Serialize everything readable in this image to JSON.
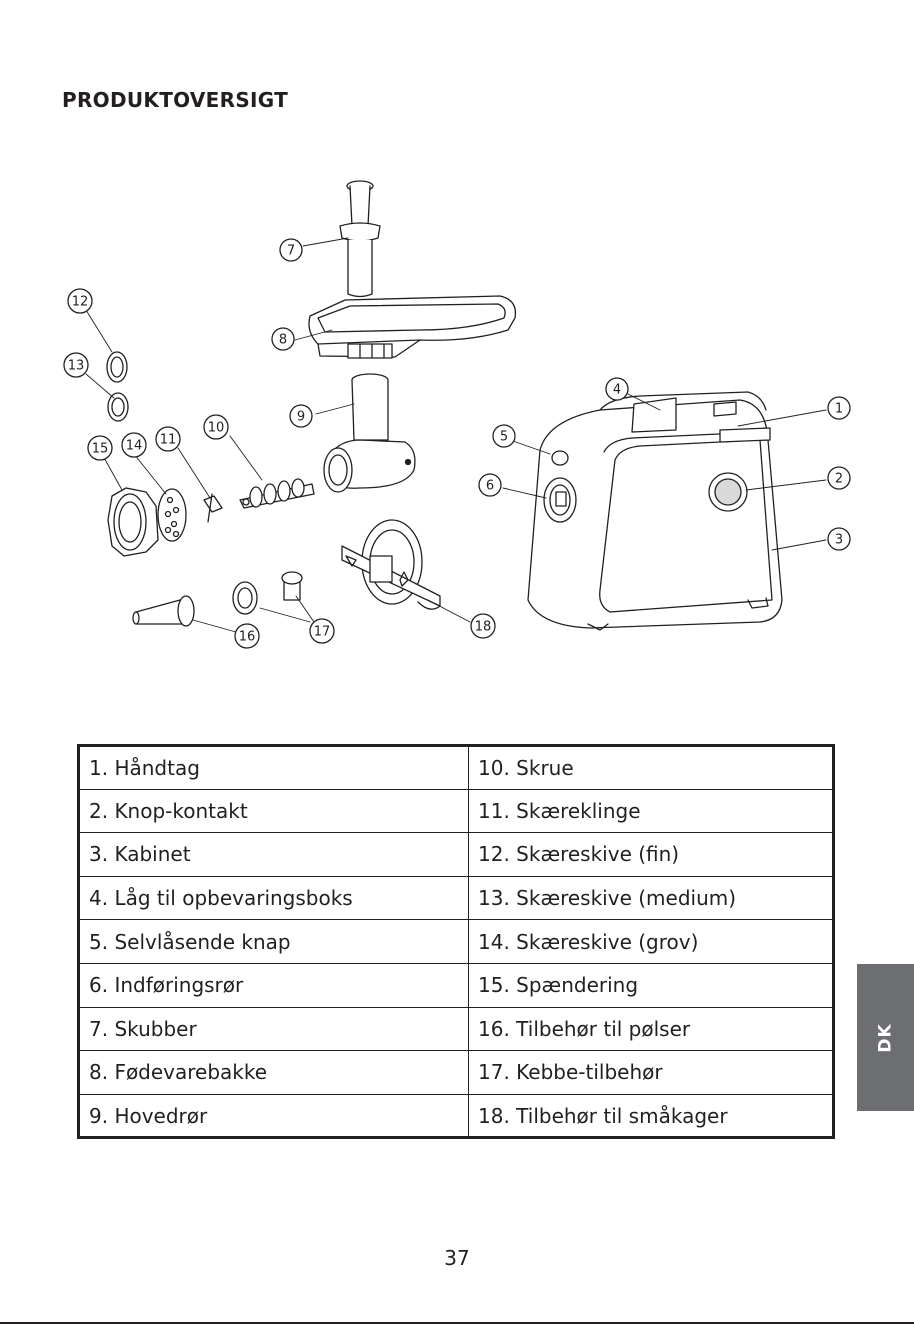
{
  "page_title": "PRODUKTOVERSIGT",
  "callouts": [
    "1",
    "2",
    "3",
    "4",
    "5",
    "6",
    "7",
    "8",
    "9",
    "10",
    "11",
    "12",
    "13",
    "14",
    "15",
    "16",
    "17",
    "18"
  ],
  "parts": {
    "left": [
      "1. Håndtag",
      "2. Knop-kontakt",
      "3. Kabinet",
      "4. Låg til opbevaringsboks",
      "5. Selvlåsende knap",
      "6. Indføringsrør",
      "7. Skubber",
      "8. Fødevarebakke",
      "9. Hovedrør"
    ],
    "right": [
      "10. Skrue",
      "11. Skæreklinge",
      "12. Skæreskive (fin)",
      "13. Skæreskive (medium)",
      "14. Skæreskive (grov)",
      "15. Spændering",
      "16. Tilbehør til pølser",
      "17. Kebbe-tilbehør",
      "18. Tilbehør til småkager"
    ]
  },
  "page_number": "37",
  "language_tab": "DK"
}
